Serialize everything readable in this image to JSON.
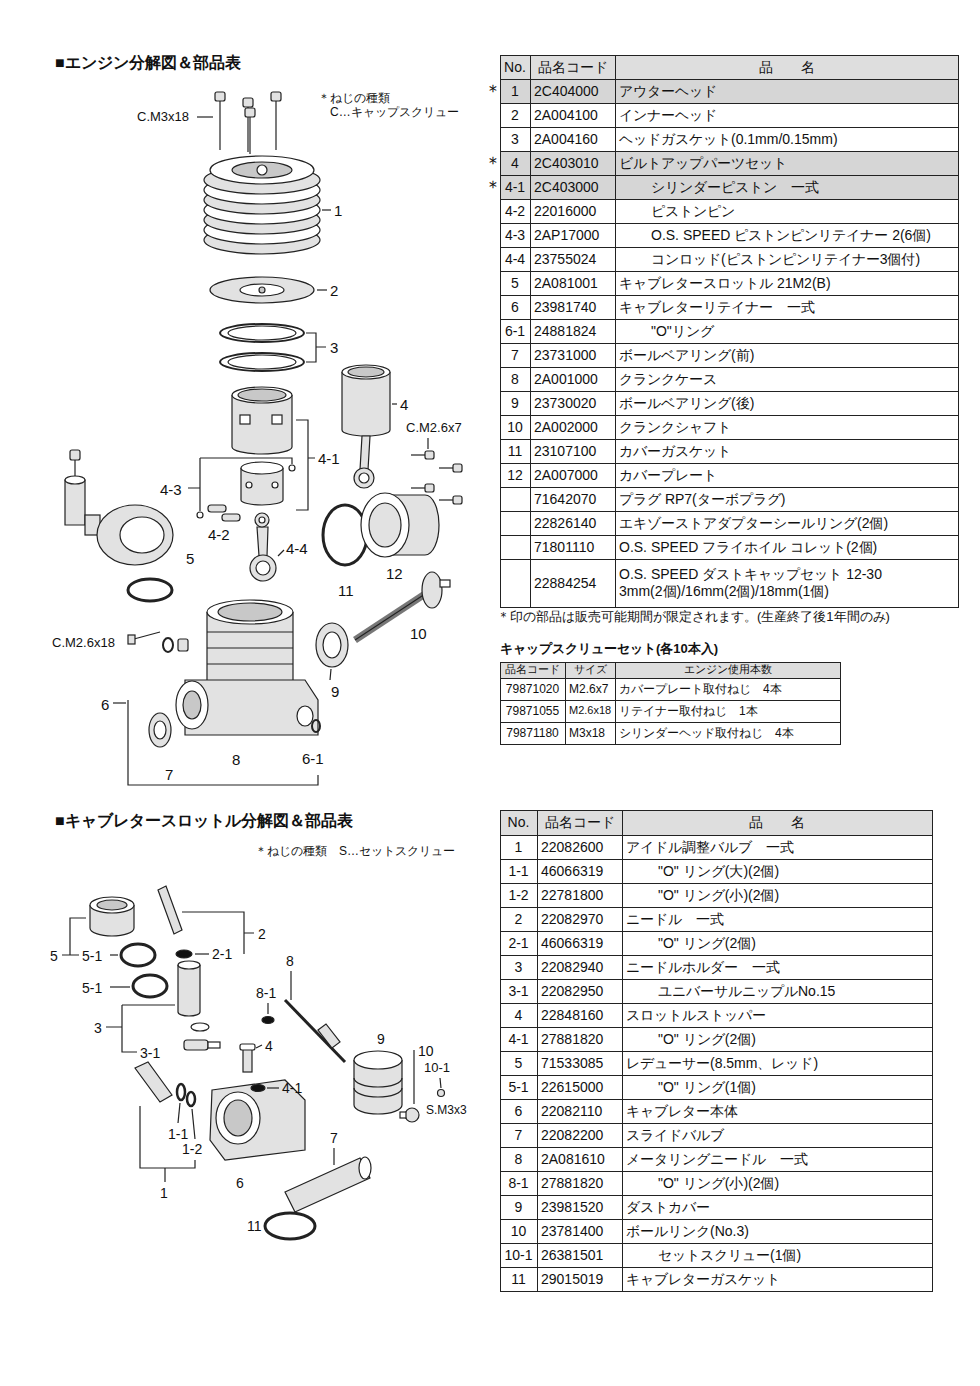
{
  "diagram": {
    "title": "■エンジン分解図＆部品表",
    "labels": [
      "＊ねじの種類",
      "C…キャップスクリュー",
      "C.M3x18",
      "1",
      "2",
      "3",
      "4",
      "C.M2.6x7",
      "4-1",
      "4-3",
      "4-2",
      "4-4",
      "5",
      "11",
      "12",
      "10",
      "C.M2.6x18",
      "9",
      "6",
      "8",
      "7",
      "6-1",
      "＊",
      "＊",
      "＊",
      "No.",
      "品名コード",
      "品　　名",
      "1",
      "2C404000",
      "アウターヘッド",
      "2",
      "2A004100",
      "インナーヘッド",
      "3",
      "2A004160",
      "ヘッドガスケット(0.1mm/0.15mm)",
      "4",
      "2C403010",
      "ビルトアップパーツセット",
      "4-1",
      "2C403000",
      "シリンダーピストン　一式",
      "4-2",
      "22016000",
      "ピストンピン",
      "4-3",
      "2AP17000",
      "O.S. SPEED ピストンピンリテイナー 2(6個)",
      "4-4",
      "23755024",
      "コンロッド(ピストンピンリテイナー3個付)",
      "5",
      "2A081001",
      "キャブレタースロットル 21M2(B)",
      "6",
      "23981740",
      "キャブレターリテイナー　一式",
      "6-1",
      "24881824",
      "\"O\"リング",
      "7",
      "23731000",
      "ボールベアリング(前)",
      "8",
      "2A001000",
      "クランクケース",
      "9",
      "23730020",
      "ボールベアリング(後)",
      "10",
      "2A002000",
      "クランクシャフト",
      "11",
      "23107100",
      "カバーガスケット",
      "12",
      "2A007000",
      "カバープレート",
      "71642070",
      "プラグ RP7(ターボプラグ)",
      "22826140",
      "エキゾーストアダプターシールリング(2個)",
      "71801110",
      "O.S. SPEED フライホイル コレット(2個)",
      "22884254",
      "O.S. SPEED ダストキャップセット 12-30 3mm(2個)/16mm(2個)/18mm(1個)",
      "＊印の部品は販売可能期間が限定されます。(生産終了後1年間のみ)",
      "キャップスクリューセット(各10本入)",
      "品名コード",
      "サイズ",
      "エンジン使用本数",
      "79871020",
      "M2.6x7",
      "カバープレート取付ねじ　4本",
      "79871055",
      "M2.6x18",
      "リテイナー取付ねじ　1本",
      "79871180",
      "M3x18",
      "シリンダーヘッド取付ねじ　4本",
      "■キャブレタースロットル分解図＆部品表",
      "＊ねじの種類　S…セットスクリュー",
      "No.",
      "品名コード",
      "品　　名",
      "1",
      "22082600",
      "アイドル調整バルブ　一式",
      "1-1",
      "46066319",
      "\"O\" リング(大)(2個)",
      "1-2",
      "22781800",
      "\"O\" リング(小)(2個)",
      "2",
      "22082970",
      "ニードル　一式",
      "2-1",
      "46066319",
      "\"O\" リング(2個)",
      "3",
      "22082940",
      "ニードルホルダー　一式",
      "3-1",
      "22082950",
      "ユニバーサルニップルNo.15",
      "4",
      "22848160",
      "スロットルストッパー",
      "4-1",
      "27881820",
      "\"O\" リング(2個)",
      "5",
      "71533085",
      "レデューサー(8.5mm、レッド)",
      "5-1",
      "22615000",
      "\"O\" リング(1個)",
      "6",
      "22082110",
      "キャブレター本体",
      "7",
      "22082200",
      "スライドバルブ",
      "8",
      "2A081610",
      "メータリングニードル　一式",
      "8-1",
      "27881820",
      "\"O\" リング(小)(2個)",
      "9",
      "23981520",
      "ダストカバー",
      "10",
      "23781400",
      "ボールリンク(No.3)",
      "10-1",
      "26381501",
      "セットスクリュー(1個)",
      "11",
      "29015019",
      "キャブレターガスケット",
      "2",
      "2-1",
      "5",
      "5-1",
      "5-1",
      "8",
      "8-1",
      "3",
      "9",
      "4",
      "10",
      "10-1",
      "3-1",
      "4-1",
      "S.M3x3",
      "1-1",
      "1-2",
      "7",
      "6",
      "1",
      "11"
    ]
  }
}
